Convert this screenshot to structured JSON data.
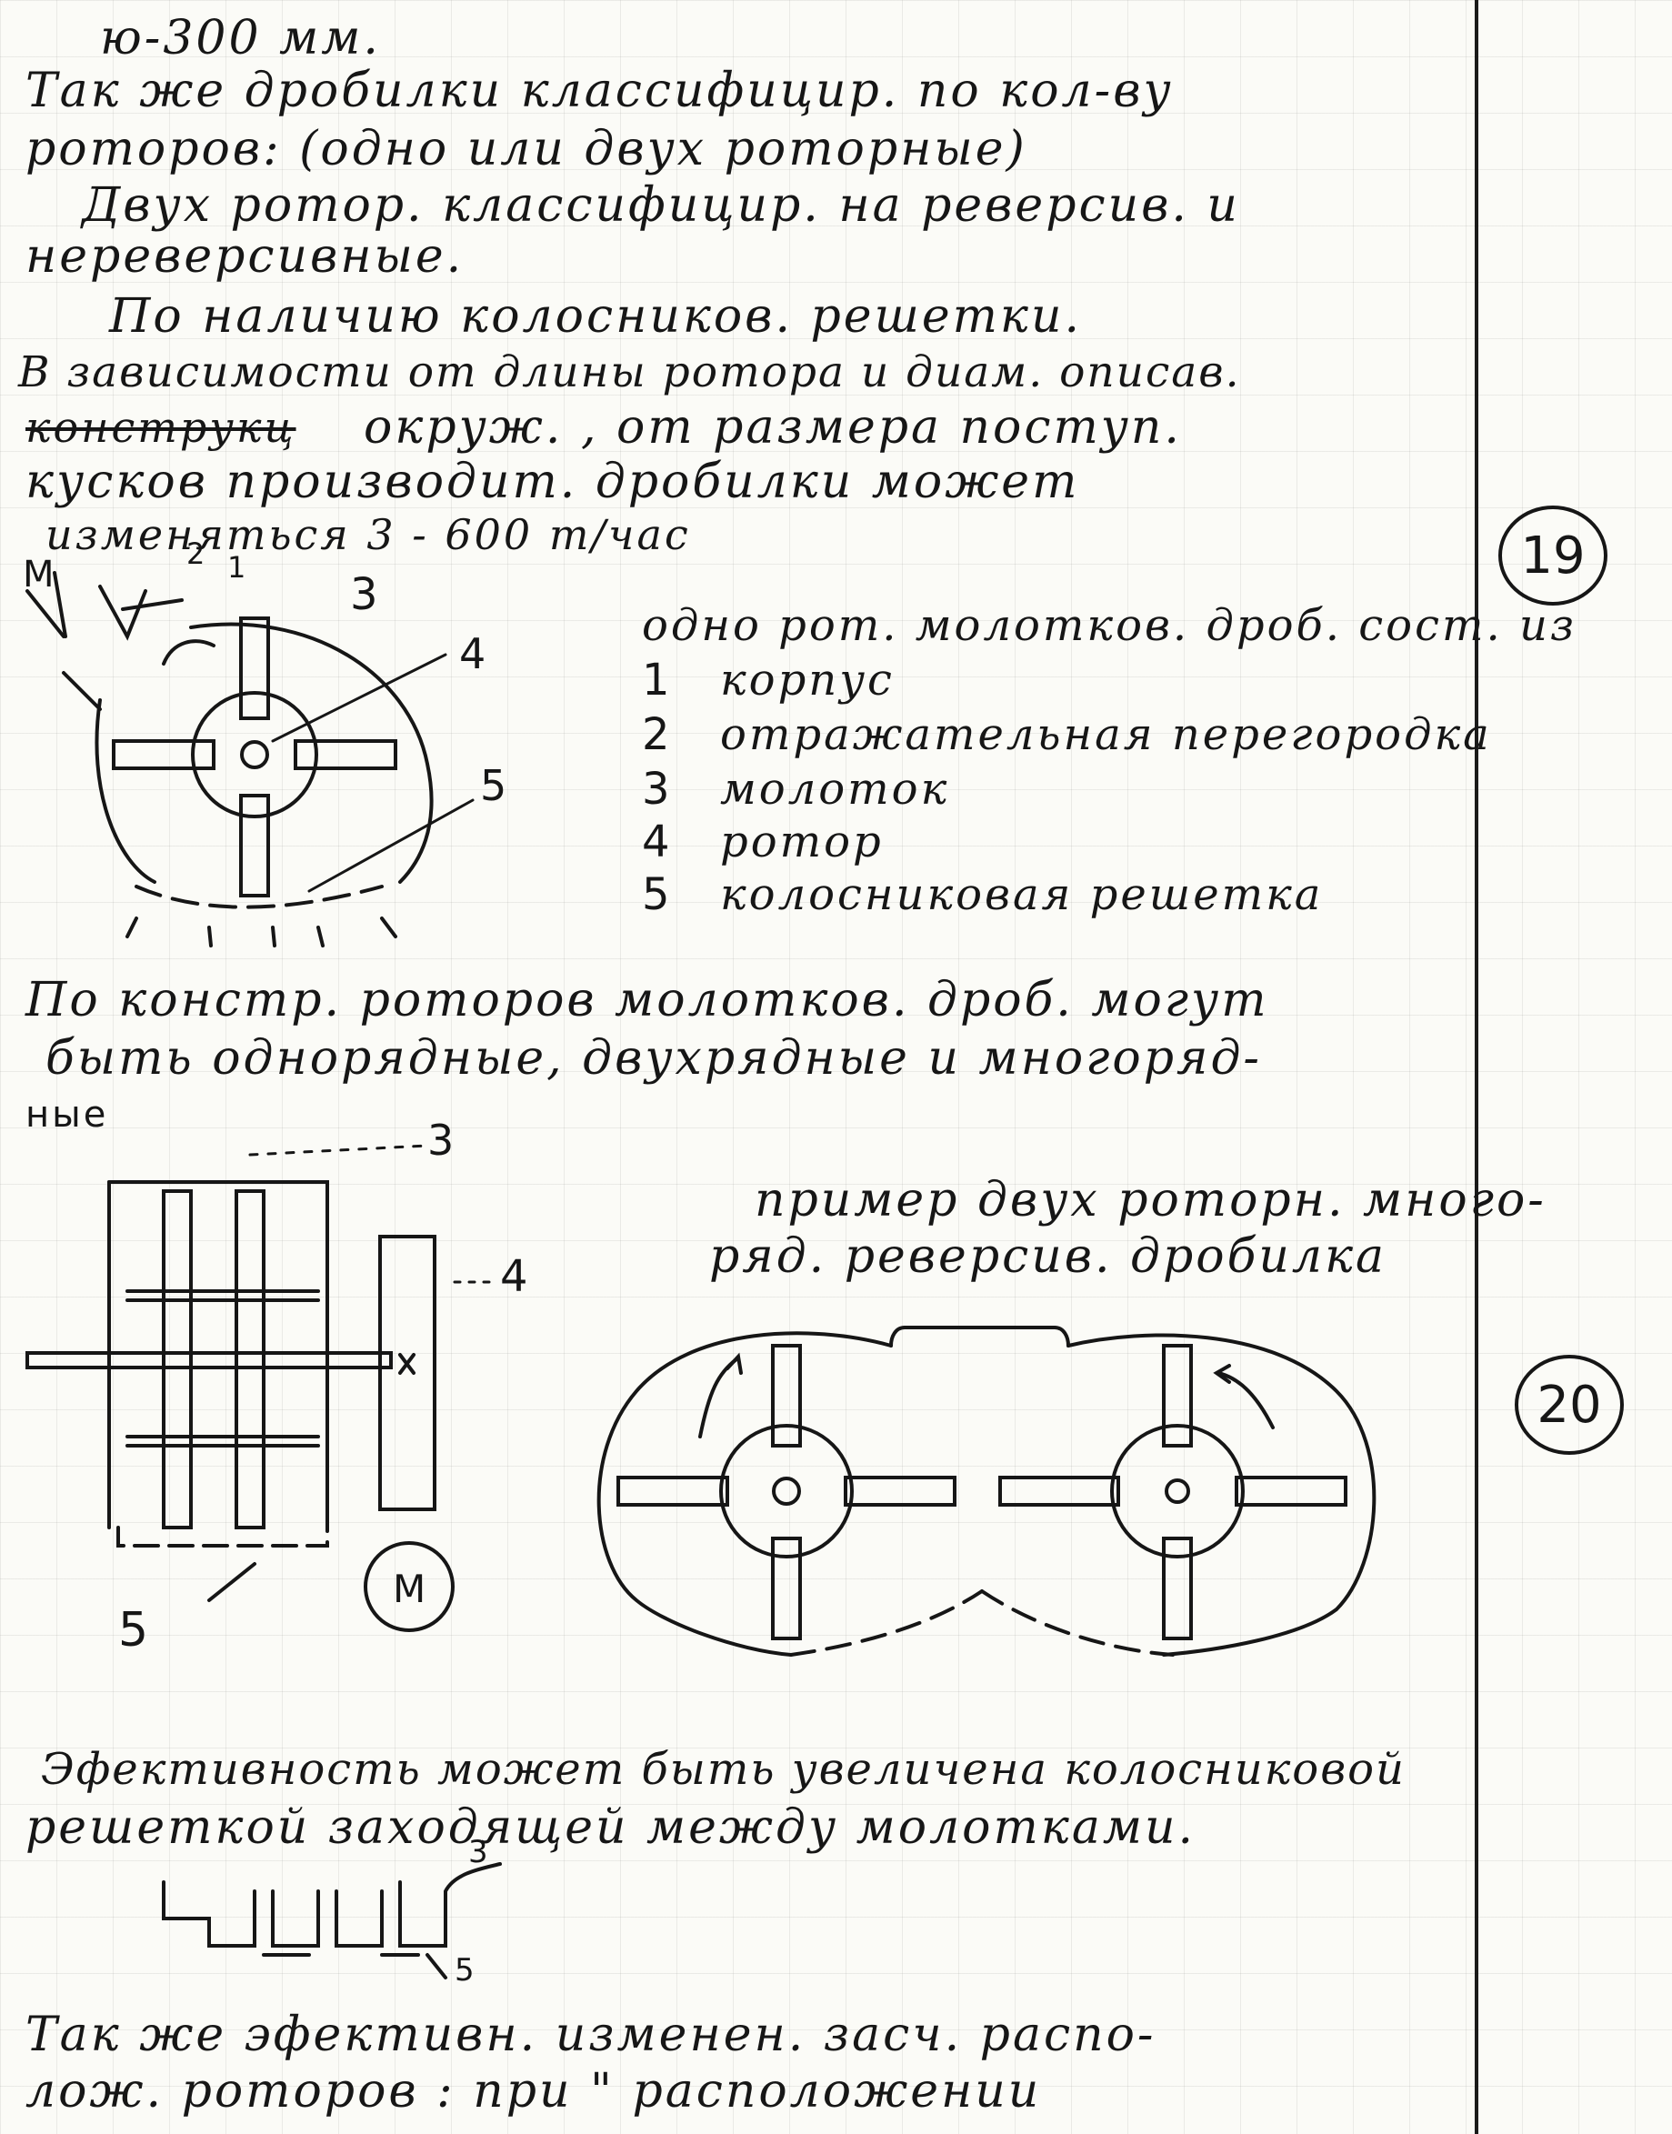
{
  "text_lines": [
    "ю-300 мм.",
    "Так же дробилки классифицир. по кол-ву",
    "роторов: (одно или двух роторные)",
    "Двух ротор. классифицир. на реверсив. и",
    "нереверсивные.",
    "По наличию колосников. решетки.",
    "В зависимости от длины ротора и диам. описав.",
    "конструкц",
    "окруж. , от размера поступ.",
    "кусков производит. дробилки может",
    "изменяться  3 - 600 т/час"
  ],
  "page_numbers": [
    "19",
    "20"
  ],
  "fig1": {
    "labels": [
      "М",
      "2",
      "1",
      "3",
      "4",
      "5"
    ]
  },
  "legend": {
    "title": "одно рот. молотков. дроб. сост. из",
    "items": [
      {
        "num": "1",
        "text": "корпус"
      },
      {
        "num": "2",
        "text": "отражательная перегородка"
      },
      {
        "num": "3",
        "text": "молоток"
      },
      {
        "num": "4",
        "text": "ротор"
      },
      {
        "num": "5",
        "text": "колосниковая решетка"
      }
    ]
  },
  "para2": [
    "По констр. роторов молотков. дроб. могут",
    "быть однорядные, двухрядные и многоряд-",
    "ные"
  ],
  "fig2": {
    "labels": [
      "3",
      "4",
      "5",
      "М"
    ]
  },
  "example_caption": [
    "пример двух роторн. много-",
    "ряд. реверсив. дробилка"
  ],
  "para3": [
    "Эфективность может быть увеличена колосниковой",
    "решеткой заходящей между молотками."
  ],
  "fig4": {
    "labels": [
      "3",
      "5"
    ]
  },
  "para4": [
    "Так же эфективн. изменен. засч. распо-",
    "лож. роторов : при \" расположении"
  ]
}
